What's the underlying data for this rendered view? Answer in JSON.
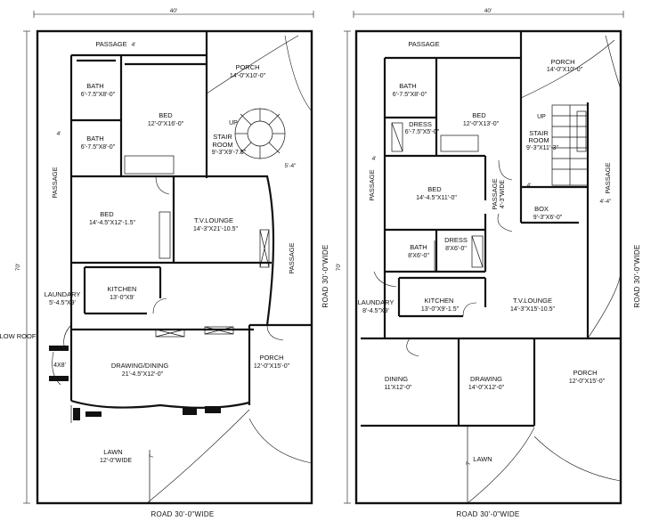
{
  "plan_a": {
    "width_dim": "40'",
    "depth_dim": "70'",
    "road_right": "ROAD 30'-0\"WIDE",
    "road_bottom": "ROAD 30'-0\"WIDE",
    "rooms": {
      "passage_top": "PASSAGE",
      "porch_top": "PORCH",
      "porch_top_size": "14'-0\"X10'-0\"",
      "bath1": "BATH",
      "bath1_size": "6'-7.5\"X8'-0\"",
      "bath2": "BATH",
      "bath2_size": "6'-7.5\"X8'-0\"",
      "bed1": "BED",
      "bed1_size": "12'-0\"X16'-0\"",
      "stair": "STAIR",
      "stair2": "ROOM",
      "stair_size": "9'-3\"X9'-7.5\"",
      "up": "UP",
      "passage_left": "PASSAGE",
      "bed2": "BED",
      "bed2_size": "14'-4.5\"X12'-1.5\"",
      "tv": "T.V.LOUNGE",
      "tv_size": "14'-3\"X21'-10.5\"",
      "passage_right": "PASSAGE",
      "laundry": "LAUNDARY",
      "laundry_size": "5'-4.5\"X9'",
      "kitchen": "KITCHEN",
      "kitchen_size": "13'-0\"X9'",
      "low_roof": "LOW ROOF",
      "tank": "4X8'",
      "drawing": "DRAWING/DINING",
      "drawing_size": "21'-4.5\"X12'-0\"",
      "porch_bottom": "PORCH",
      "porch_bottom_size": "12'-0\"X15'-0\"",
      "lawn": "LAWN",
      "lawn_size": "12'-0\"WIDE",
      "dim_4a": "4'",
      "dim_4b": "4'",
      "dim_54": "5'-4\"",
      "dim_7": "7'"
    }
  },
  "plan_b": {
    "width_dim": "40'",
    "depth_dim": "70'",
    "road_right": "ROAD 30'-0\"WIDE",
    "road_bottom": "ROAD 30'-0\"WIDE",
    "rooms": {
      "passage_top": "PASSAGE",
      "porch_top": "PORCH",
      "porch_top_size": "14'-0\"X10'-0\"",
      "bath1": "BATH",
      "bath1_size": "6'-7.5\"X8'-0\"",
      "dress1": "DRESS",
      "dress1_size": "6'-7.5\"X5'-0\"",
      "bed1": "BED",
      "bed1_size": "12'-0\"X13'-0\"",
      "up": "UP",
      "stair": "STAIR",
      "stair2": "ROOM",
      "stair_size": "9'-3\"X11'-3\"",
      "passage_left": "PASSAGE",
      "passage_right": "PASSAGE",
      "bed2": "BED",
      "bed2_size": "14'-4.5\"X11'-0\"",
      "passage_mid": "PASSAGE",
      "passage_mid_size": "4'-3\"WIDE",
      "box": "BOX",
      "box_size": "9'-3\"X6'-0\"",
      "bath2": "BATH",
      "bath2_size": "8'X6'-0\"",
      "dress2": "DRESS",
      "dress2_size": "8'X6'-0\"",
      "laundry": "LAUNDARY",
      "laundry_size": "8'-4.5\"X9'",
      "kitchen": "KITCHEN",
      "kitchen_size": "13'-0\"X9'-1.5\"",
      "tv": "T.V.LOUNGE",
      "tv_size": "14'-3\"X15'-10.5\"",
      "dining": "DINING",
      "dining_size": "11'X12'-0\"",
      "drawing": "DRAWING",
      "drawing_size": "14'-0\"X12'-0\"",
      "porch_bottom": "PORCH",
      "porch_bottom_size": "12'-0\"X15'-0\"",
      "lawn": "LAWN",
      "dim_4a": "4'",
      "dim_4b": "4'",
      "dim_44": "4'-4\"",
      "dim_7": "7'"
    }
  }
}
